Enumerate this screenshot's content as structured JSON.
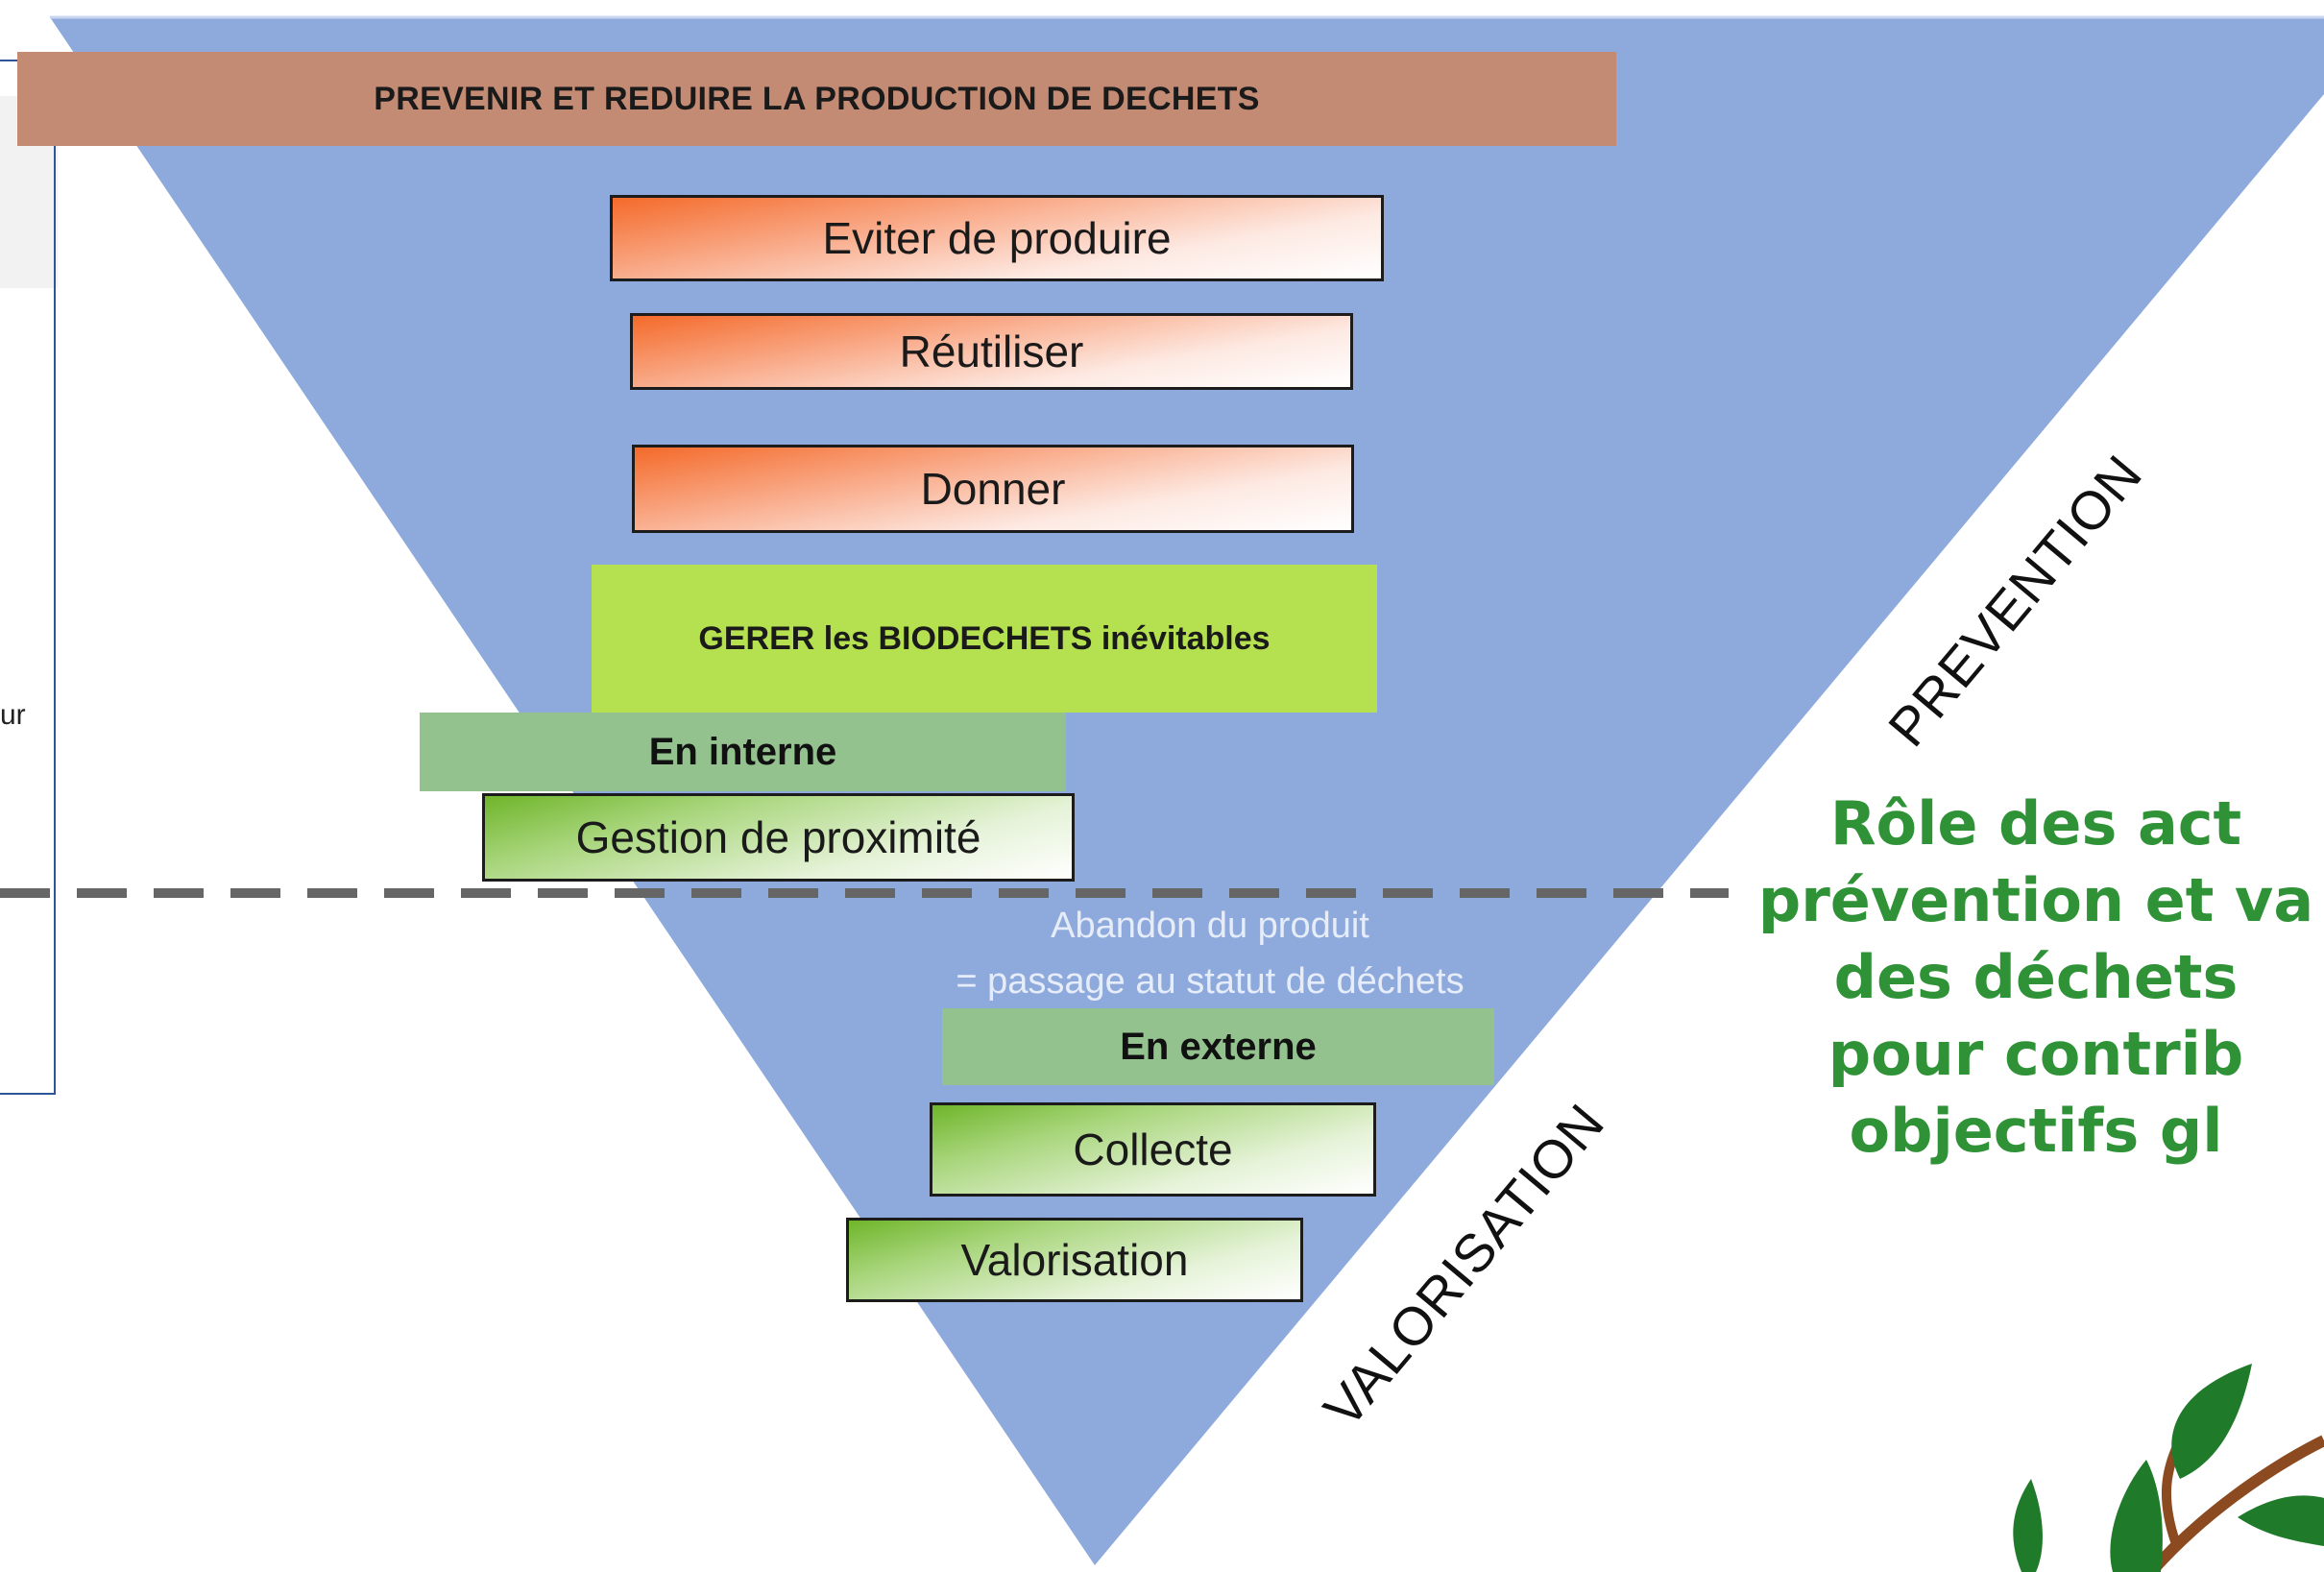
{
  "banner": {
    "title": "PREVENIR ET REDUIRE LA PRODUCTION DE DECHETS"
  },
  "prevention_steps": [
    "Eviter de produire",
    "Réutiliser",
    "Donner"
  ],
  "biodechets": {
    "label": "GERER les BIODECHETS inévitables"
  },
  "interne": {
    "label": "En interne",
    "step": "Gestion de proximité"
  },
  "abandon": {
    "line1": "Abandon du produit",
    "line2": "= passage au statut de déchets"
  },
  "externe": {
    "label": "En externe",
    "steps": [
      "Collecte",
      "Valorisation"
    ]
  },
  "axis_labels": {
    "top": "PREVENTION",
    "bottom": "VALORISATION"
  },
  "left_fragment": {
    "text": "ur"
  },
  "headline": {
    "lines": [
      "Rôle des act",
      "prévention et va",
      "des déchets",
      "pour contrib",
      "objectifs gl"
    ]
  },
  "colors": {
    "triangle": "#8eaadc",
    "banner": "#c38b74",
    "orange_step": "#f46a2a",
    "green_step": "#6fb52a",
    "biodechets": "#b5e04f",
    "interne_externe": "#94c28f",
    "headline": "#2f9237",
    "dashed_line": "#666666"
  },
  "icons": {
    "plant": "leaf-branch-icon"
  }
}
